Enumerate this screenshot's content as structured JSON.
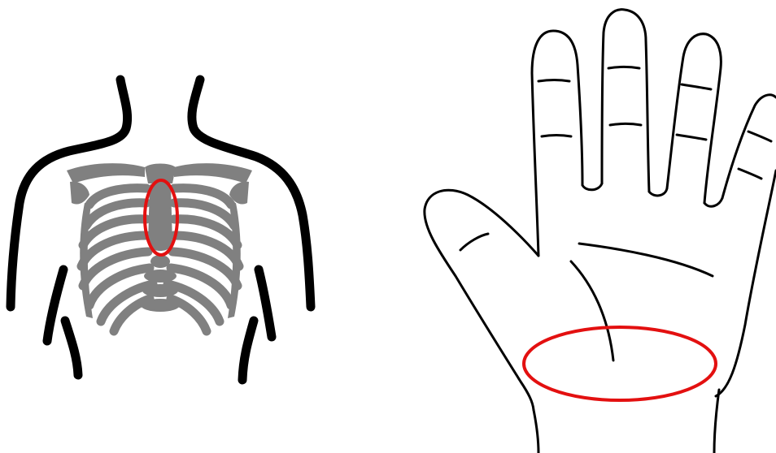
{
  "figures": [
    {
      "subject": "chest-ribcage",
      "highlight": "sternum"
    },
    {
      "subject": "open-hand-palm",
      "highlight": "heel-of-palm"
    }
  ],
  "colors": {
    "background": "#ffffff",
    "outline": "#000000",
    "bone": "#808080",
    "highlight": "#e31010"
  }
}
